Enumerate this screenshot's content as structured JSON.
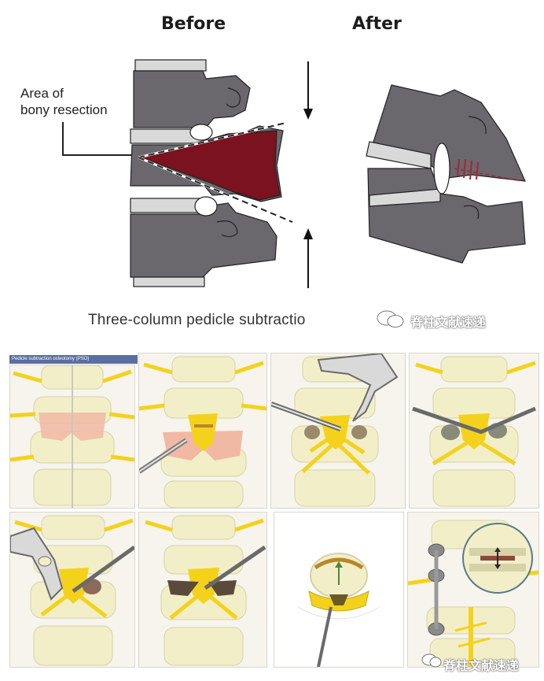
{
  "top": {
    "before_title": "Before",
    "after_title": "After",
    "resection_label_line1": "Area of",
    "resection_label_line2": "bony resection",
    "caption": "Three-column pedicle subtractio",
    "watermark": "脊柱文献速递"
  },
  "bottom": {
    "header": "Pedicle subtraction osteotomy (PSO)",
    "watermark": "脊柱文献速递"
  },
  "colors": {
    "bone_gray": "#6a676d",
    "disc_gray": "#d9d9d9",
    "resection_red": "#7a1220",
    "spine_yellow": "#f2efc8",
    "nerve_yellow": "#f4d21c",
    "pink": "#f1b9a4",
    "header_blue": "#5a6fa0"
  }
}
